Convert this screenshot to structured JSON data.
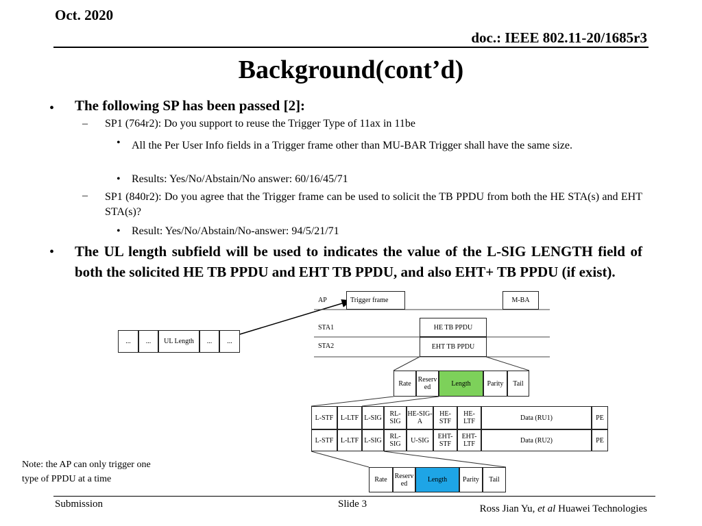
{
  "header": {
    "date": "Oct. 2020",
    "doc": "doc.: IEEE 802.11-20/1685r3"
  },
  "title": "Background(cont’d)",
  "content": {
    "bullet1": "The following SP has been passed [2]:",
    "sp1_a": "SP1 (764r2): Do you support to reuse the Trigger Type of 11ax in 11be",
    "sp1_a_item1": "All the Per User Info fields in a Trigger frame other than MU-BAR Trigger shall have the same size.",
    "sp1_a_item2": "Results: Yes/No/Abstain/No answer: 60/16/45/71",
    "sp1_b": "SP1 (840r2): Do you agree that the Trigger frame can be used to solicit the TB PPDU from both the HE STA(s) and EHT STA(s)?",
    "sp1_b_item1": "Result: Yes/No/Abstain/No-answer: 94/5/21/71",
    "bullet2": "The UL length subfield will be used to indicates the value of the L-SIG LENGTH field of both the solicited HE TB PPDU and EHT TB PPDU, and also EHT+ TB PPDU (if exist)."
  },
  "diagram": {
    "ap_label": "AP",
    "sta1_label": "STA1",
    "sta2_label": "STA2",
    "trigger_frame": "Trigger frame",
    "mba": "M-BA",
    "he_tb_ppdu": "HE TB PPDU",
    "eht_tb_ppdu": "EHT TB PPDU",
    "userinfo": [
      "...",
      "...",
      "UL Length",
      "...",
      "..."
    ],
    "lsig_top": [
      "Rate",
      "Reserv ed",
      "Length",
      "Parity",
      "Tail"
    ],
    "he_row": [
      "L-STF",
      "L-LTF",
      "L-SIG",
      "RL-SIG",
      "HE-SIG-A",
      "HE-STF",
      "HE-LTF",
      "Data (RU1)",
      "PE"
    ],
    "eht_row": [
      "L-STF",
      "L-LTF",
      "L-SIG",
      "RL-SIG",
      "U-SIG",
      "EHT-STF",
      "EHT-LTF",
      "Data (RU2)",
      "PE"
    ],
    "lsig_bottom": [
      "Rate",
      "Reserv ed",
      "Length",
      "Parity",
      "Tail"
    ],
    "colors": {
      "length_green": "#7dd15a",
      "length_blue": "#1ea5e6"
    }
  },
  "note": "Note: the AP can only trigger one type of PPDU at a time",
  "footer": {
    "submission": "Submission",
    "slide": "Slide 3",
    "author_name": "Ross Jian Yu, ",
    "author_etal": "et al",
    "author_org": " Huawei Technologies"
  }
}
